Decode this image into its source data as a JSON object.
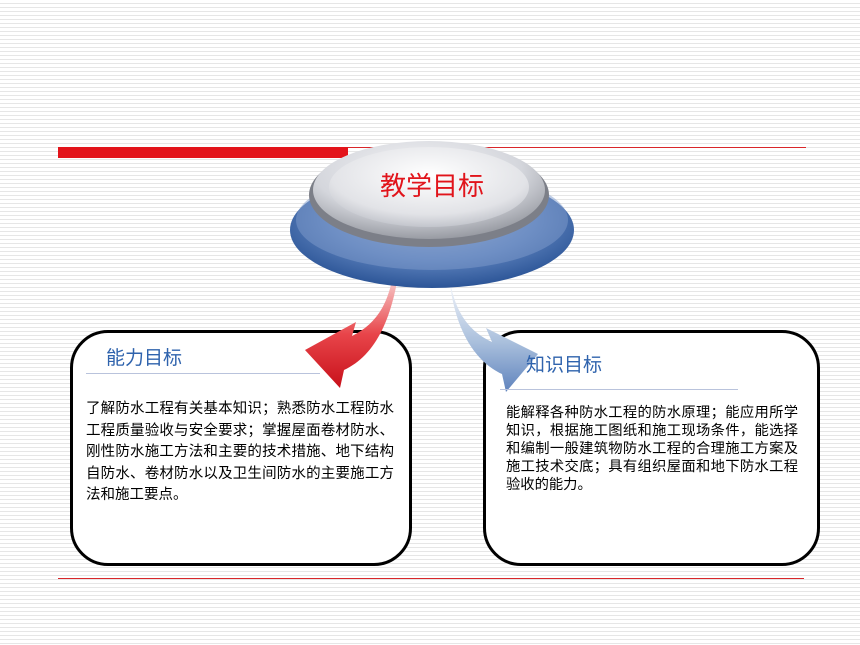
{
  "center": {
    "title": "教学目标"
  },
  "left_box": {
    "title": "能力目标",
    "text": "了解防水工程有关基本知识；熟悉防水工程防水工程质量验收与安全要求；掌握屋面卷材防水、刚性防水施工方法和主要的技术措施、地下结构自防水、卷材防水以及卫生间防水的主要施工方法和施工要点。"
  },
  "right_box": {
    "title": "知识目标",
    "text": "能解释各种防水工程的防水原理；能应用所学知识，根据施工图纸和施工现场条件，能选择和编制一般建筑物防水工程的合理施工方案及施工技术交底；具有组织屋面和地下防水工程验收的能力。"
  },
  "colors": {
    "accent_red": "#e3141b",
    "title_blue": "#2f63ad",
    "disk_blue": "#3f6fb5"
  }
}
